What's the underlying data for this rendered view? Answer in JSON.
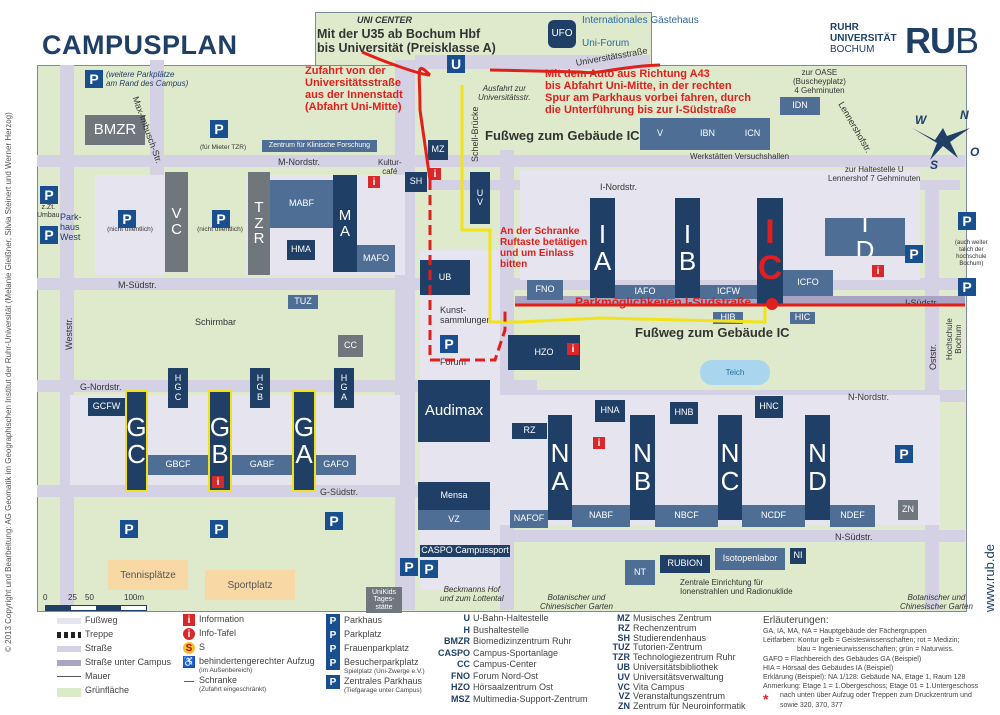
{
  "header": {
    "title": "CAMPUSPLAN",
    "uni_line1": "RUHR",
    "uni_line2": "UNIVERSITÄT",
    "uni_line3": "BOCHUM",
    "logo_r": "RU",
    "logo_b": "B"
  },
  "top_area": {
    "uni_center": "UNI CENTER",
    "gaestehaus": "Internationales Gästehaus",
    "ufo": "UFO",
    "uni_forum": "Uni-Forum",
    "u35_line1": "Mit der U35 ab Bochum Hbf",
    "u35_line2": "bis Universität (Preisklasse A)"
  },
  "notes": {
    "zufahrt": [
      "Zufahrt von der",
      "Universitätsstraße",
      "aus der Innenstadt",
      "(Abfahrt Uni-Mitte)"
    ],
    "auto": [
      "Mit dem Auto aus Richtung A43",
      "bis Abfahrt Uni-Mitte, in der rechten",
      "Spur am Parkhaus vorbei fahren, durch",
      "die Unterführung bis zur I-Südstraße"
    ],
    "schranke": [
      "An der Schranke Ruftaste",
      "betätigen und um Einlass",
      "bitten"
    ],
    "parken": "Parkmöglichkeiten I-Südstraße",
    "fussweg": "Fußweg zum Gebäude IC",
    "ausfahrt": [
      "Ausfahrt zur",
      "Universitätsstr."
    ],
    "weitere_parkplaetze": [
      "(weitere Parkplätze",
      "am Rand des Campus)"
    ],
    "oase": [
      "zur OASE",
      "(Buscheyplatz)",
      "4 Gehminuten"
    ],
    "lennershof": [
      "zur Haltestelle U",
      "Lennershof 7 Gehminuten"
    ],
    "nicht_oeffentlich": "(nicht öffentlich)",
    "mieter_tzr": "(für Mieter TZR)",
    "zz_umbau": [
      "z.Zt.",
      "Umbau"
    ],
    "parkhaus_west": [
      "Park-",
      "haus",
      "West"
    ],
    "kunstsammlungen": [
      "Kunst-",
      "sammlungen"
    ],
    "forum": "Forum",
    "schirmbar": "Schirmbar",
    "teich": "Teich",
    "beckmanns": [
      "Beckmanns Hof",
      "und zum Lottental"
    ],
    "botanischer_left": [
      "Botanischer und",
      "Chinesischer Garten"
    ],
    "botanischer_right": [
      "Botanischer und",
      "Chinesischer Garten"
    ],
    "zentrale_einrichtung": [
      "Zentrale Einrichtung für",
      "Ionenstrahlen und Radionuklide"
    ],
    "hochschule": [
      "Hochschule",
      "Bochum"
    ],
    "auch_weiter": [
      "(auch weiter",
      "talich der",
      "hochschule",
      "Bochum)"
    ],
    "unikids": [
      "UniKids",
      "Tages-",
      "stätte"
    ],
    "werkstaetten": "Werkstätten  Versuchshallen",
    "klinische": "Zentrum für Klinische Forschung",
    "kulturcafe": [
      "Kultur-",
      "café"
    ]
  },
  "streets": {
    "m_nord": "M-Nordstr.",
    "m_sued": "M-Südstr.",
    "i_nord": "I-Nordstr.",
    "i_sued": "I-Südstr.",
    "n_nord": "N-Nordstr.",
    "n_sued": "N-Südstr.",
    "g_nord": "G-Nordstr.",
    "g_sued": "G-Südstr.",
    "west": "Weststr.",
    "ost": "Oststr.",
    "uni": "Universitätsstraße",
    "lenners": "Lennershofstr.",
    "max": "Max-Imbusch-Str.",
    "schell": "Schell-Brücke"
  },
  "buildings": {
    "bmzr": "BMZR",
    "vc": "V\nC",
    "tzr": "T\nZ\nR",
    "mabf": "MABF",
    "ma": "M\nA",
    "mafo": "MAFO",
    "hma": "HMA",
    "mz": "MZ",
    "sh": "SH",
    "uv": "U\nV",
    "ub": "UB",
    "tuz": "TUZ",
    "cc": "CC",
    "fno": "FNO",
    "hzo": "HZO",
    "audimax": "Audimax",
    "msz": "MSZ",
    "rz": "RZ",
    "mensa": "Mensa",
    "vz": "VZ",
    "caspo": "CASPO Campussport",
    "ia": "I\nA",
    "ib": "I\nB",
    "ic": "I\nC",
    "id": "I\nD",
    "iafo": "IAFO",
    "icfw": "ICFW",
    "icfo": "ICFO",
    "hib": "HIB",
    "hic": "HIC",
    "idn": "IDN",
    "ibn": "IBN",
    "icn": "ICN",
    "v": "V",
    "na": "N\nA",
    "nb": "N\nB",
    "nc": "N\nC",
    "nd": "N\nD",
    "hna": "HNA",
    "hnb": "HNB",
    "hnc": "HNC",
    "nafof": "NAFOF",
    "nabf": "NABF",
    "nbcf": "NBCF",
    "ncdf": "NCDF",
    "ndef": "NDEF",
    "zn": "ZN",
    "gc": "G\nC",
    "gb": "G\nB",
    "ga": "G\nA",
    "hgc": "H\nG\nC",
    "hgb": "H\nG\nB",
    "hga": "H\nG\nA",
    "gcfw": "GCFW",
    "gbcf": "GBCF",
    "gabf": "GABF",
    "gafo": "GAFO",
    "nt": "NT",
    "rubion": "RUBION",
    "isotopenlabor": "Isotopenlabor",
    "ni": "NI"
  },
  "areas": {
    "tennis": "Tennisplätze",
    "sport": "Sportplatz"
  },
  "scale": {
    "labels": [
      "0",
      "25",
      "50",
      "100m"
    ]
  },
  "compass": {
    "n": "N",
    "o": "O",
    "s": "S",
    "w": "W"
  },
  "legend": {
    "lines": [
      "Fußweg",
      "Treppe",
      "Straße",
      "Straße unter Campus",
      "Mauer",
      "Grünfläche"
    ],
    "symbols": [
      {
        "label": "Information",
        "sub": ""
      },
      {
        "label": "Info-Tafel",
        "sub": ""
      },
      {
        "label": "S",
        "sub": ""
      },
      {
        "label": "behindertengerechter Aufzug",
        "sub": "(im Außenbereich)"
      },
      {
        "label": "Schranke",
        "sub": "(Zufahrt eingeschränkt)"
      }
    ],
    "parking": [
      {
        "label": "Parkhaus",
        "sub": ""
      },
      {
        "label": "Parkplatz",
        "sub": ""
      },
      {
        "label": "Frauenparkplatz",
        "sub": ""
      },
      {
        "label": "Besucherparkplatz",
        "sub": "Spielplatz (Uni-Zwerge e.V.)"
      },
      {
        "label": "Zentrales Parkhaus",
        "sub": "(Tiefgarage unter Campus)"
      }
    ],
    "abbr1": [
      {
        "k": "U",
        "v": "U-Bahn-Haltestelle"
      },
      {
        "k": "H",
        "v": "Bushaltestelle"
      },
      {
        "k": "BMZR",
        "v": "Biomedizinzentrum Ruhr"
      },
      {
        "k": "CASPO",
        "v": "Campus-Sportanlage"
      },
      {
        "k": "CC",
        "v": "Campus-Center"
      },
      {
        "k": "FNO",
        "v": "Forum Nord-Ost"
      },
      {
        "k": "HZO",
        "v": "Hörsaalzentrum Ost"
      },
      {
        "k": "MSZ",
        "v": "Multimedia-Support-Zentrum"
      }
    ],
    "abbr2": [
      {
        "k": "MZ",
        "v": "Musisches Zentrum"
      },
      {
        "k": "RZ",
        "v": "Rechenzentrum"
      },
      {
        "k": "SH",
        "v": "Studierendenhaus"
      },
      {
        "k": "TUZ",
        "v": "Tutorien-Zentrum"
      },
      {
        "k": "TZR",
        "v": "Technologiezentrum Ruhr"
      },
      {
        "k": "UB",
        "v": "Universitätsbibliothek"
      },
      {
        "k": "UV",
        "v": "Universitätsverwaltung"
      },
      {
        "k": "VC",
        "v": "Vita Campus"
      },
      {
        "k": "VZ",
        "v": "Veranstaltungszentrum"
      },
      {
        "k": "ZN",
        "v": "Zentrum für Neuroinformatik"
      }
    ],
    "explanations": {
      "title": "Erläuterungen:",
      "lines": [
        "GA, IA, MA, NA = Hauptgebäude der Fächergruppen",
        "Leitfarben:  Kontur gelb = Geisteswissenschaften; rot = Medizin;",
        "blau = Ingenieurwissenschaften; grün = Naturwiss.",
        "GAFO = Flachbereich des Gebäudes GA (Beispiel)",
        "HIA = Hörsaal des Gebäudes IA (Beispiel)",
        "Erklärung (Beispiel): NA 1/128: Gebäude NA, Etage 1, Raum 128",
        "Anmerkung: Etage 1 = 1.Obergeschoss; Etage 01 = 1.Untergeschoss",
        "nach unten über Aufzug oder Treppen zum Druckzentrum und",
        "sowie  320, 370, 377"
      ]
    }
  },
  "footer": {
    "copyright": "© 2013 Copyright und Bearbeitung: AG Geomatik im Geographischen Institut der Ruhr-Universität (Melanie Gleißner, Silvia Steinert und Werner Herzog)",
    "www": "www.rub.de"
  },
  "colors": {
    "brand": "#1f3f66",
    "building_dark": "#1f3f66",
    "building_mid": "#4f6e95",
    "route_red": "#e0201c",
    "footpath_yellow": "#f2e21a",
    "green": "#dfe9cc",
    "road": "#d3d1e3"
  }
}
